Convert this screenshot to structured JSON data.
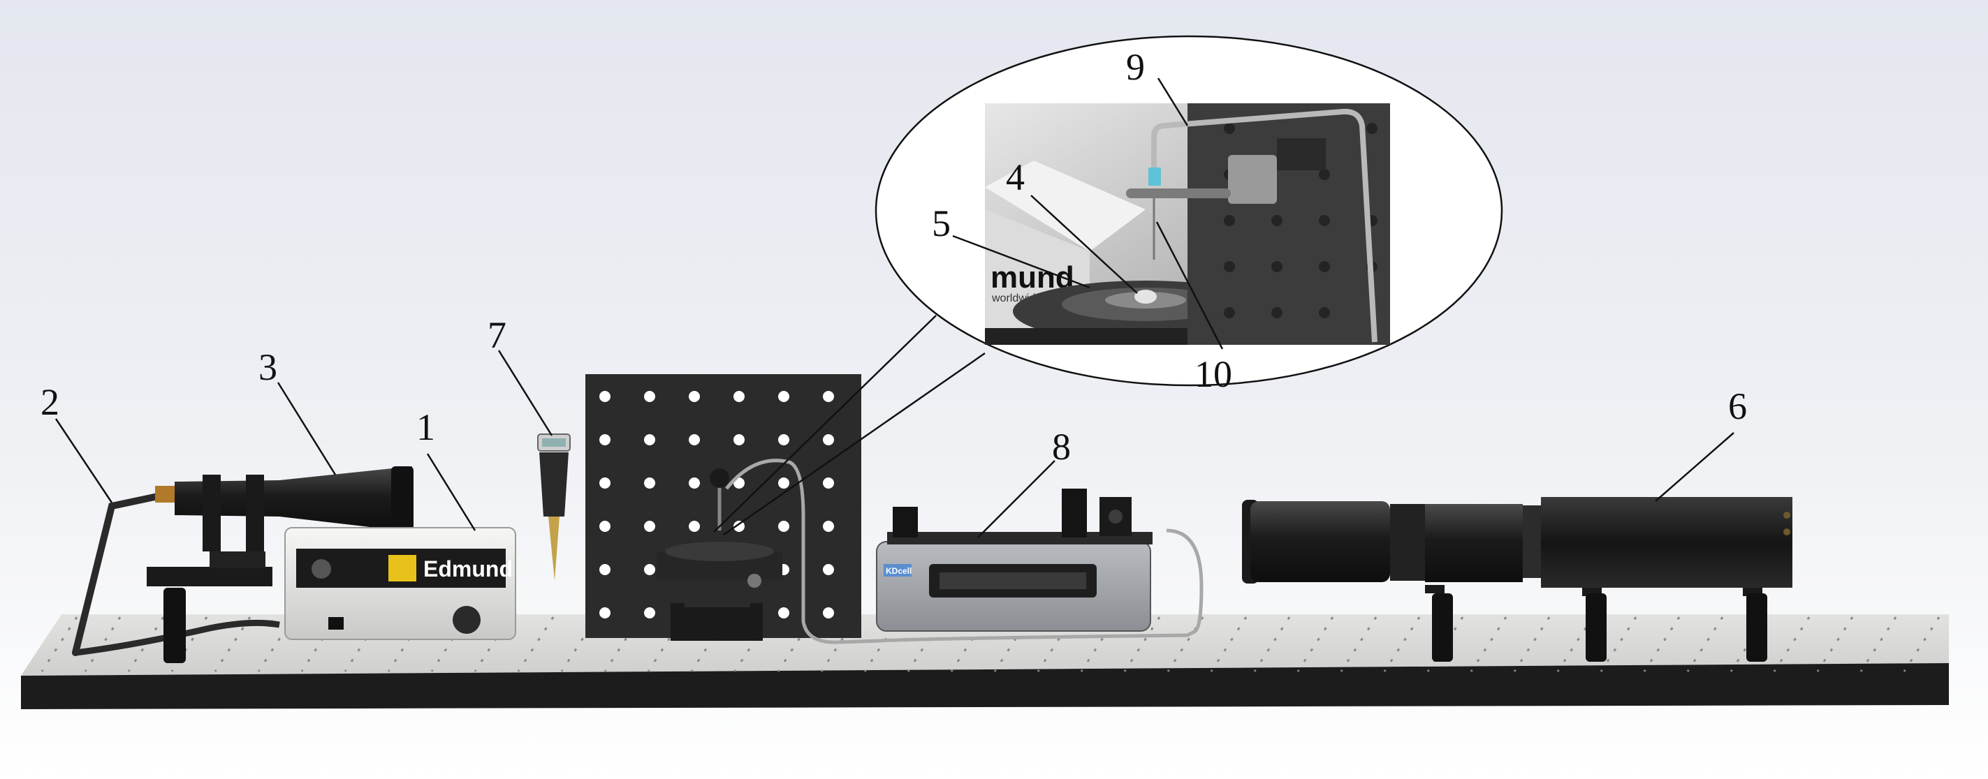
{
  "labels": {
    "n1": "1",
    "n2": "2",
    "n3": "3",
    "n4": "4",
    "n5": "5",
    "n6": "6",
    "n7": "7",
    "n8": "8",
    "n9": "9",
    "n10": "10"
  },
  "brand": {
    "light_source_text": "Edmund",
    "inset_brand_text": "mund",
    "inset_brand_sub": "worldwide",
    "pump_logo": "KDcell"
  },
  "colors": {
    "table_top": "#d8d8d6",
    "table_edge": "#1c1c1c",
    "panel": "#d7d7d9",
    "dark_metal": "#202020",
    "brand_yellow": "#e8c21a"
  }
}
